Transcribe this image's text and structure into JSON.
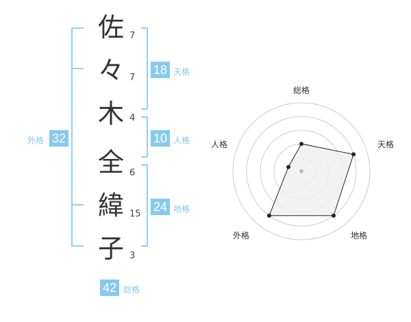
{
  "name": {
    "chars": [
      {
        "char": "佐",
        "strokes": "7"
      },
      {
        "char": "々",
        "strokes": "7"
      },
      {
        "char": "木",
        "strokes": "4"
      },
      {
        "char": "全",
        "strokes": "6"
      },
      {
        "char": "緯",
        "strokes": "15"
      },
      {
        "char": "子",
        "strokes": "3"
      }
    ]
  },
  "fortune": {
    "tenkaku": {
      "label": "天格",
      "value": "18"
    },
    "jinkaku": {
      "label": "人格",
      "value": "10"
    },
    "chikaku": {
      "label": "地格",
      "value": "24"
    },
    "gaikaku": {
      "label": "外格",
      "value": "32"
    },
    "soukaku": {
      "label": "総格",
      "value": "42"
    }
  },
  "radar": {
    "axes": [
      "総格",
      "天格",
      "地格",
      "外格",
      "人格"
    ],
    "levels": [
      2,
      4,
      4,
      4,
      1
    ],
    "max_level": 5,
    "colors": {
      "fill": "#f0f0f0",
      "stroke": "#222222",
      "grid": "#cccccc",
      "center": "#bbbbbb"
    }
  },
  "colors": {
    "accent": "#86c9f0"
  }
}
